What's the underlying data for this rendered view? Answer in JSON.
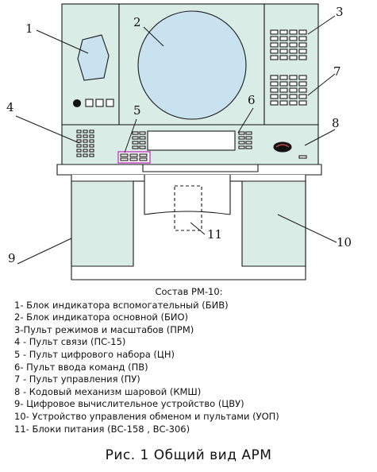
{
  "diagram": {
    "callouts": [
      "1",
      "2",
      "3",
      "4",
      "5",
      "6",
      "7",
      "8",
      "9",
      "10",
      "11"
    ]
  },
  "legend": {
    "title": "Состав РМ-10:",
    "items": [
      "1- Блок индикатора вспомогательный (БИВ)",
      "2- Блок индикатора основной (БИО)",
      "3-Пульт режимов и масштабов (ПРМ)",
      "4 - Пульт связи (ПС-15)",
      "5 - Пульт цифрового набора (ЦН)",
      "6- Пульт ввода команд (ПВ)",
      "7 - Пульт управления (ПУ)",
      "8 - Кодовый механизм шаровой (КМШ)",
      "9- Цифровое вычислительное устройство (ЦВУ)",
      "10- Устройство управления обменом и пультами (УОП)",
      "11- Блоки питания (ВС-158 , ВС-306)"
    ]
  },
  "caption": "Рис. 1  Общий  вид  АРМ",
  "colors": {
    "panel_fill": "#d9ece6",
    "line": "#1a1a1a",
    "highlight": "#c040c0"
  }
}
